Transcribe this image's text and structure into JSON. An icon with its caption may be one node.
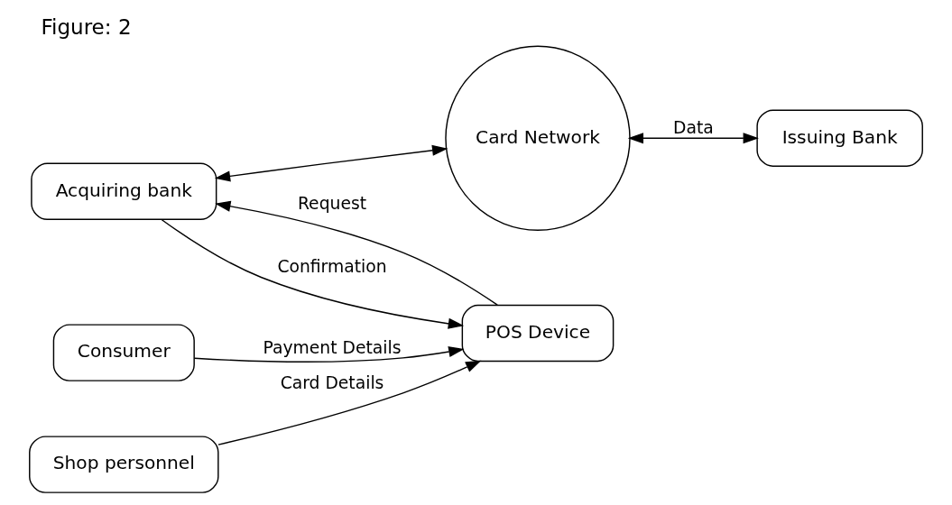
{
  "diagram": {
    "title": "Figure: 2",
    "nodes": [
      {
        "text": [
          "Card Network"
        ]
      },
      {
        "text": [
          "Consumer"
        ]
      },
      {
        "text": [
          "POS Device"
        ]
      },
      {
        "text": [
          "Acquiring bank"
        ]
      },
      {
        "text": [
          "Issuing Bank"
        ]
      },
      {
        "text": [
          "Shop personnel"
        ]
      }
    ],
    "edges": [
      {
        "from": 1,
        "to": 2,
        "arrow": "to",
        "label": "Payment Details"
      },
      {
        "from": 5,
        "to": 2,
        "arrow": "to",
        "label": "Card Details"
      },
      {
        "from": 2,
        "to": 3,
        "arrow": "to",
        "label": "Request"
      },
      {
        "from": 3,
        "to": 2,
        "arrow": "to",
        "label": "Confirmation"
      },
      {
        "from": 3,
        "to": 0,
        "arrow": "both"
      },
      {
        "from": 0,
        "to": 4,
        "arrow": "both",
        "label": "Data"
      }
    ]
  }
}
